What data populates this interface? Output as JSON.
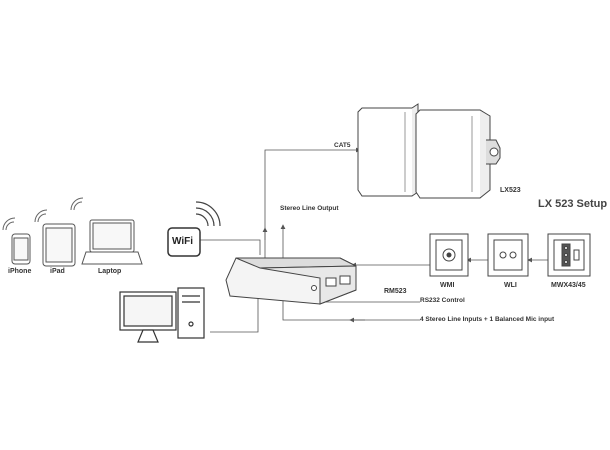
{
  "title": "LX 523 Setup",
  "devices": {
    "iphone": "iPhone",
    "ipad": "iPad",
    "laptop": "Laptop",
    "speakers": "LX523",
    "amplifier": "RM523",
    "wall_plate_1": "WMI",
    "wall_plate_2": "WLI",
    "wall_plate_3": "MWX43/45",
    "wifi": "WiFi"
  },
  "connections": {
    "cat5": "CAT5",
    "stereo_out": "Stereo Line Output",
    "rs232": "RS232 Control",
    "inputs": "4 Stereo Line Inputs + 1 Balanced Mic input"
  }
}
